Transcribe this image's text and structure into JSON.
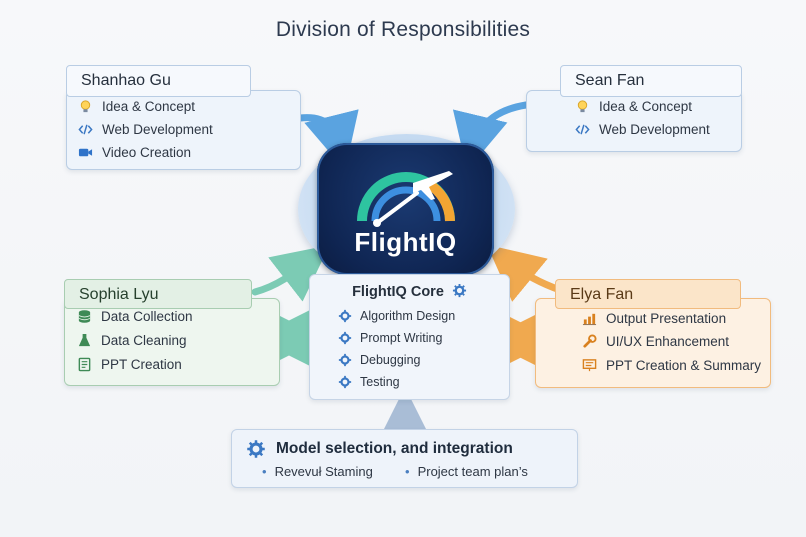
{
  "title": "Division of Responsibilities",
  "hub": {
    "logo_text": "FlightIQ"
  },
  "members": {
    "shanhao": {
      "name": "Shanhao Gu",
      "items": [
        {
          "icon": "lightbulb-icon",
          "label": "Idea & Concept"
        },
        {
          "icon": "code-icon",
          "label": "Web Development"
        },
        {
          "icon": "video-camera-icon",
          "label": "Video Creation"
        }
      ]
    },
    "sean": {
      "name": "Sean Fan",
      "items": [
        {
          "icon": "lightbulb-icon",
          "label": "Idea & Concept"
        },
        {
          "icon": "code-icon",
          "label": "Web Development"
        }
      ]
    },
    "sophia": {
      "name": "Sophia Lyu",
      "items": [
        {
          "icon": "database-icon",
          "label": "Data Collection"
        },
        {
          "icon": "flask-icon",
          "label": "Data Cleaning"
        },
        {
          "icon": "document-icon",
          "label": "PPT Creation"
        }
      ]
    },
    "elya": {
      "name": "Elya Fan",
      "items": [
        {
          "icon": "bar-chart-icon",
          "label": "Output Presentation"
        },
        {
          "icon": "wrench-icon",
          "label": "UI/UX Enhancement"
        },
        {
          "icon": "presentation-icon",
          "label": "PPT Creation & Summary"
        }
      ]
    }
  },
  "core": {
    "title": "FlightIQ Core",
    "items": [
      {
        "icon": "gear-icon",
        "label": "Algorithm Design"
      },
      {
        "icon": "gear-icon",
        "label": "Prompt Writing"
      },
      {
        "icon": "gear-icon",
        "label": "Debugging"
      },
      {
        "icon": "gear-icon",
        "label": "Testing"
      }
    ]
  },
  "model": {
    "title": "Model selection, and integration",
    "bullets": [
      "Revevuł Staming",
      "Project team plan’s"
    ]
  },
  "colors": {
    "blue": "#5aa3e0",
    "green": "#7ccbb4",
    "orange": "#f0a94f",
    "navy": "#0f2552"
  }
}
